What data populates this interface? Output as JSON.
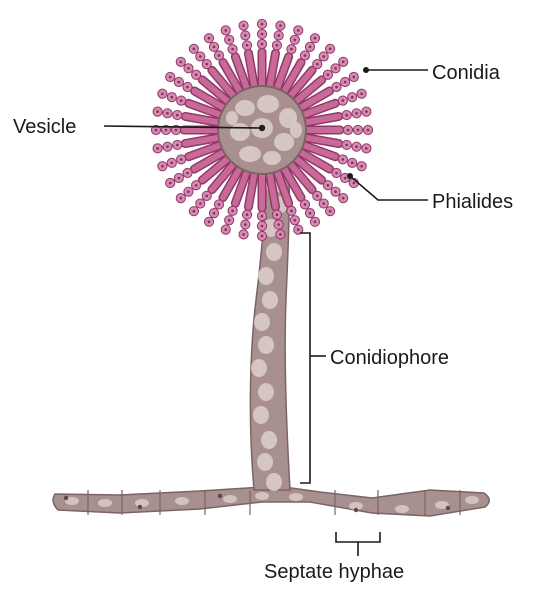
{
  "diagram": {
    "labels": {
      "conidia": "Conidia",
      "vesicle": "Vesicle",
      "phialides": "Phialides",
      "conidiophore": "Conidiophore",
      "septate_hyphae": "Septate hyphae"
    },
    "colors": {
      "phialide_fill": "#c9699a",
      "phialide_stroke": "#8f3a66",
      "conidia_fill": "#d888b2",
      "cell_fill": "#a89090",
      "cell_stroke": "#7a6464",
      "vacuole": "#d9ccc6",
      "nucleus": "#6e3c50",
      "leader_line": "#1a1a1a"
    }
  }
}
